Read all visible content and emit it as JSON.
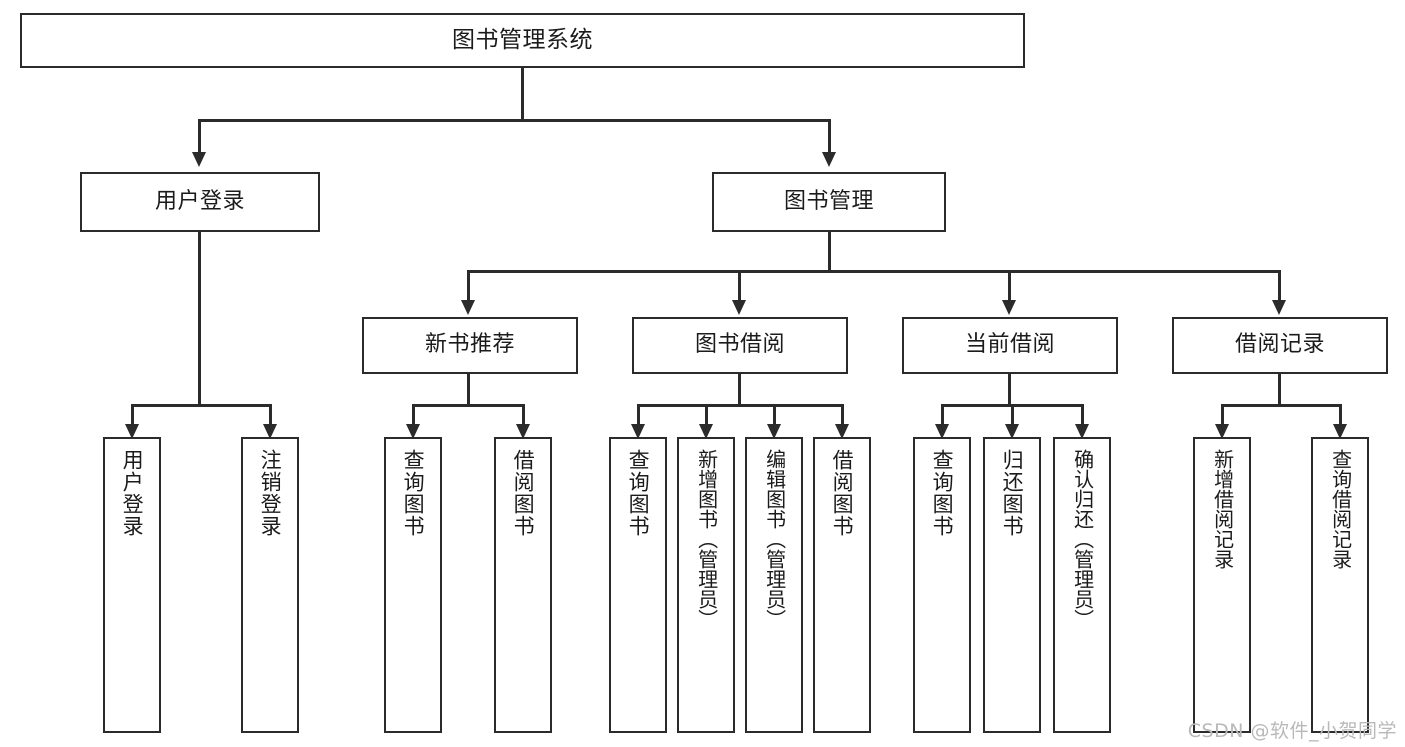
{
  "diagram": {
    "title": "图书管理系统",
    "type": "hierarchy-tree",
    "levels": 4,
    "root": {
      "id": "root",
      "label": "图书管理系统"
    },
    "level2": [
      {
        "id": "user-login",
        "label": "用户登录"
      },
      {
        "id": "book-management",
        "label": "图书管理"
      }
    ],
    "level3": [
      {
        "id": "new-book-recommend",
        "label": "新书推荐",
        "parent": "book-management"
      },
      {
        "id": "book-borrow",
        "label": "图书借阅",
        "parent": "book-management"
      },
      {
        "id": "current-borrow",
        "label": "当前借阅",
        "parent": "book-management"
      },
      {
        "id": "borrow-record",
        "label": "借阅记录",
        "parent": "book-management"
      }
    ],
    "leaves": {
      "user_login": [
        {
          "id": "leaf-user-login",
          "label": "用户登录"
        },
        {
          "id": "leaf-user-logout",
          "label": "注销登录"
        }
      ],
      "new_book_recommend": [
        {
          "id": "leaf-query-book-1",
          "label": "查询图书"
        },
        {
          "id": "leaf-borrow-book-1",
          "label": "借阅图书"
        }
      ],
      "book_borrow": [
        {
          "id": "leaf-query-book-2",
          "label": "查询图书"
        },
        {
          "id": "leaf-add-book",
          "label": "新增图书（管理员）"
        },
        {
          "id": "leaf-edit-book",
          "label": "编辑图书（管理员）"
        },
        {
          "id": "leaf-borrow-book-2",
          "label": "借阅图书"
        }
      ],
      "current_borrow": [
        {
          "id": "leaf-query-book-3",
          "label": "查询图书"
        },
        {
          "id": "leaf-return-book",
          "label": "归还图书"
        },
        {
          "id": "leaf-confirm-return",
          "label": "确认归还（管理员）"
        }
      ],
      "borrow_record": [
        {
          "id": "leaf-add-record",
          "label": "新增借阅记录"
        },
        {
          "id": "leaf-query-record",
          "label": "查询借阅记录"
        }
      ]
    }
  },
  "watermark": {
    "text": "CSDN @软件_小贺同学"
  },
  "colors": {
    "stroke": "#2b2b2b",
    "background": "#ffffff",
    "text": "#1b1b1b",
    "watermark": "#b9b9b9"
  }
}
